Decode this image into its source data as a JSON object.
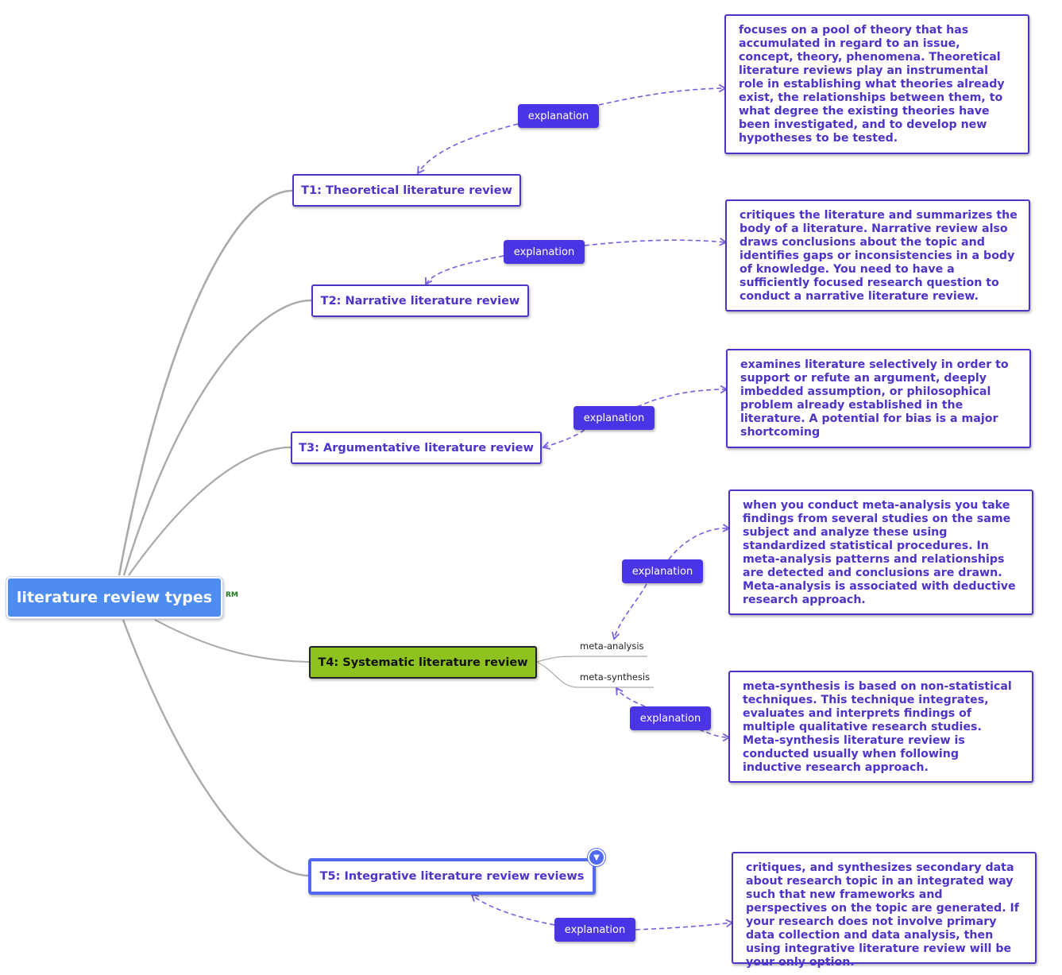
{
  "root": {
    "label": "literature review types",
    "mark": "RM"
  },
  "topics": [
    {
      "label": "T1: Theoretical literature review"
    },
    {
      "label": "T2: Narrative literature review"
    },
    {
      "label": "T3: Argumentative literature review"
    },
    {
      "label": "T4: Systematic literature review"
    },
    {
      "label": "T5: Integrative literature review reviews"
    }
  ],
  "subtopics": [
    {
      "label": "meta-analysis"
    },
    {
      "label": "meta-synthesis"
    }
  ],
  "pill_label": "explanation",
  "notes": [
    "focuses on a pool of theory that has accumulated in regard to an issue, concept, theory, phenomena. Theoretical literature reviews play an instrumental role in establishing what theories already exist, the relationships between them, to what degree the existing theories have been investigated, and to develop new hypotheses to be tested.",
    "critiques the literature and summarizes the body of a literature. Narrative review also draws conclusions about the topic and identifies gaps or inconsistencies in a body of knowledge. You need to have a sufficiently focused research question to conduct a narrative literature review.",
    "examines literature selectively in order to support or refute an argument, deeply imbedded assumption, or philosophical problem already established in the literature. A potential for bias is a major shortcoming",
    "when you conduct meta-analysis you take findings from several studies on the same subject and analyze these using standardized statistical procedures. In meta-analysis patterns and relationships are detected and conclusions are drawn. Meta-analysis is associated with deductive research approach.",
    "meta-synthesis is based on non-statistical techniques. This technique integrates, evaluates and interprets findings of multiple qualitative research studies. Meta-synthesis literature review is conducted usually when following inductive research approach.",
    "critiques, and synthesizes secondary data about research topic in an integrated way such that new frameworks and perspectives on the topic are generated. If your research does not involve primary data collection and data analysis, then using integrative literature review will be your only option."
  ],
  "colors": {
    "root_fill": "#4f8cf0",
    "topic_border": "#4a35c9",
    "selected_fill": "#8dc21f",
    "pill_fill": "#4a35e6",
    "link_gray": "#aaaaaa",
    "dashed_link": "#7a5ce0"
  },
  "icons": {
    "collapse": "triangle-down-icon"
  }
}
